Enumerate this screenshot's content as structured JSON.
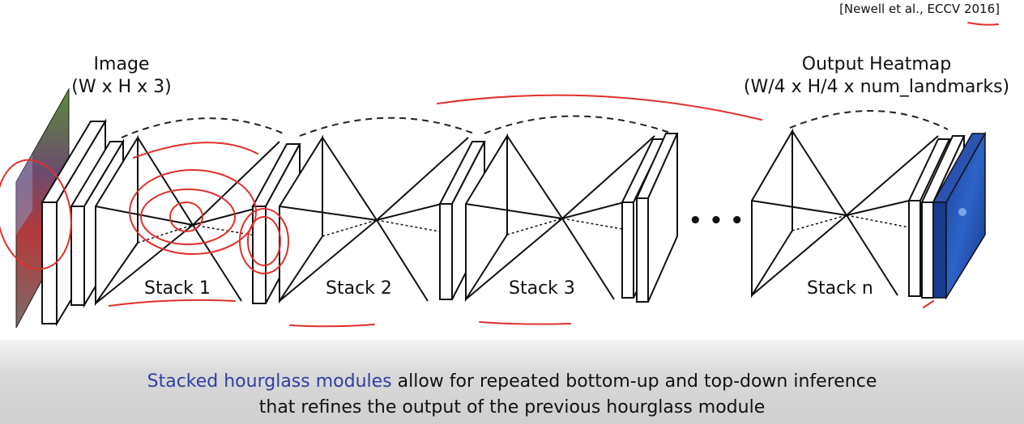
{
  "citation": "[Newell et al., ECCV 2016]",
  "input_label": {
    "line1": "Image",
    "line2": "(W x H x 3)"
  },
  "output_label": {
    "line1": "Output Heatmap",
    "line2": "(W/4 x H/4 x num_landmarks)"
  },
  "stacks": [
    "Stack 1",
    "Stack 2",
    "Stack 3",
    "Stack n"
  ],
  "ellipsis": "• • •",
  "caption": {
    "highlight": "Stacked hourglass modules",
    "rest_line1": " allow for repeated bottom-up and top-down inference",
    "line2": "that refines the output of the previous hourglass module"
  },
  "colors": {
    "highlight": "#2f3fa3",
    "annotation": "#e0302a",
    "heatmap": "#1f4fb8"
  }
}
